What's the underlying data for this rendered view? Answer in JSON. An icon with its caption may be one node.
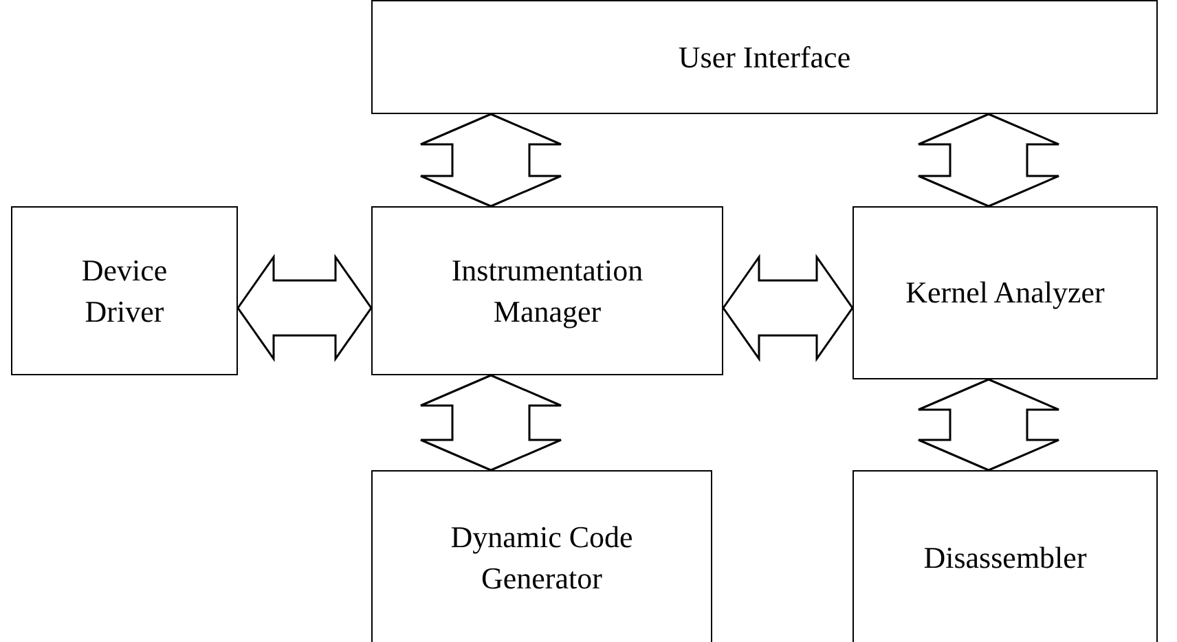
{
  "diagram": {
    "nodes": [
      {
        "text": [
          "User Interface"
        ]
      },
      {
        "text": [
          "Device Driver"
        ]
      },
      {
        "text": [
          "Instrumentation Manager"
        ]
      },
      {
        "text": [
          "Kernel Analyzer"
        ]
      },
      {
        "text": [
          "Dynamic Code Generator"
        ]
      },
      {
        "text": [
          "Disassembler"
        ]
      }
    ],
    "edges": [
      {
        "from": 0,
        "to": 2,
        "arrow": "both"
      },
      {
        "from": 0,
        "to": 3,
        "arrow": "both"
      },
      {
        "from": 1,
        "to": 2,
        "arrow": "both"
      },
      {
        "from": 2,
        "to": 3,
        "arrow": "both"
      },
      {
        "from": 2,
        "to": 4,
        "arrow": "both"
      },
      {
        "from": 3,
        "to": 5,
        "arrow": "both"
      }
    ]
  }
}
